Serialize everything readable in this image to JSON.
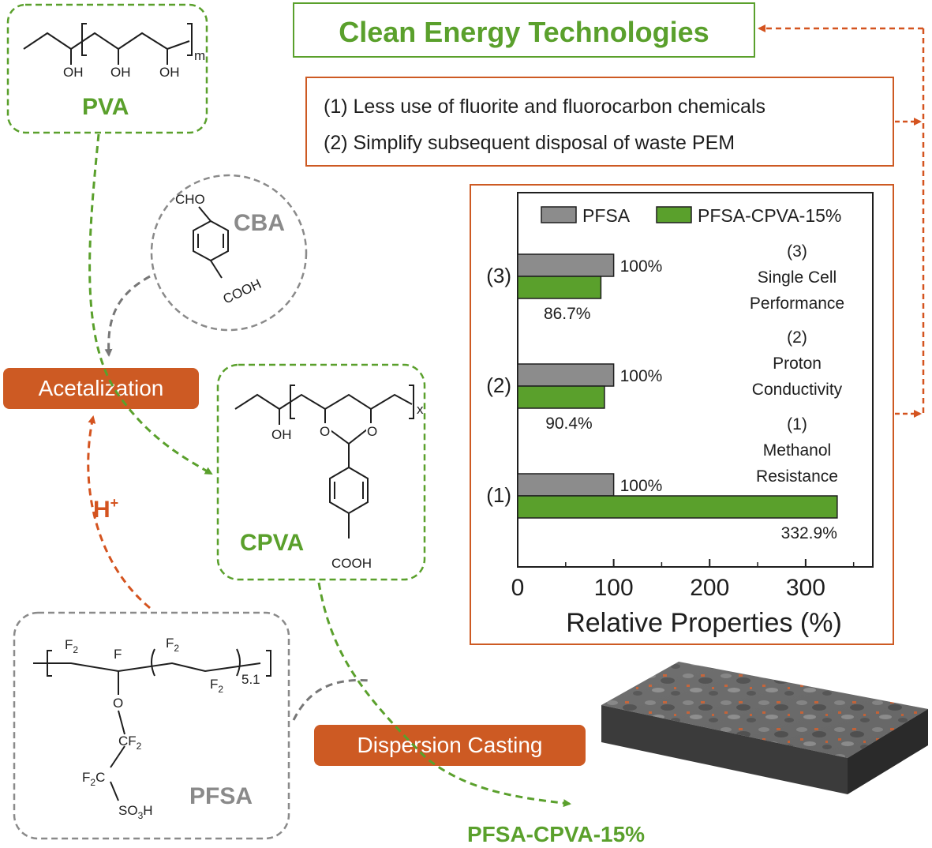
{
  "labels": {
    "pva": "PVA",
    "cba": "CBA",
    "cpva": "CPVA",
    "pfsa": "PFSA",
    "product": "PFSA-CPVA-15%",
    "acetalization": "Acetalization",
    "dispersion_casting": "Dispersion Casting",
    "acid": "H",
    "acid_charge": "+"
  },
  "chemistry": {
    "oh": "OH",
    "m": "m",
    "x": "x",
    "cho": "CHO",
    "cooh": "COOH",
    "o": "O",
    "f": "F",
    "f2": "F",
    "sub2": "2",
    "cf": "CF",
    "so3h": "SO",
    "sub3": "3",
    "h": "H",
    "repeat": "5.1"
  },
  "banner": {
    "title": "Clean Energy Technologies",
    "benefits": [
      "(1) Less use of fluorite and fluorocarbon chemicals",
      "(2) Simplify subsequent disposal of waste PEM"
    ]
  },
  "colors": {
    "green": "#5aa02c",
    "orange": "#d4531f",
    "grey": "#888888",
    "bar_pfsa": "#8c8c8c",
    "bar_cpva": "#5aa02c"
  },
  "chart_data": {
    "type": "bar",
    "orientation": "horizontal",
    "xlabel": "Relative Properties (%)",
    "ylabel": "",
    "xlim": [
      0,
      370
    ],
    "xticks": [
      0,
      100,
      200,
      300
    ],
    "xtick_labels": [
      "0",
      "100",
      "200",
      "300"
    ],
    "legend_position": "top",
    "categories": [
      "(1)",
      "(2)",
      "(3)"
    ],
    "category_notes": [
      [
        "(1)",
        "Methanol",
        "Resistance"
      ],
      [
        "(2)",
        "Proton",
        "Conductivity"
      ],
      [
        "(3)",
        "Single Cell",
        "Performance"
      ]
    ],
    "series": [
      {
        "name": "PFSA",
        "values": [
          100,
          100,
          100
        ],
        "labels": [
          "100%",
          "100%",
          "100%"
        ]
      },
      {
        "name": "PFSA-CPVA-15%",
        "values": [
          332.9,
          90.4,
          86.7
        ],
        "labels": [
          "332.9%",
          "90.4%",
          "86.7%"
        ]
      }
    ],
    "grid": false
  }
}
